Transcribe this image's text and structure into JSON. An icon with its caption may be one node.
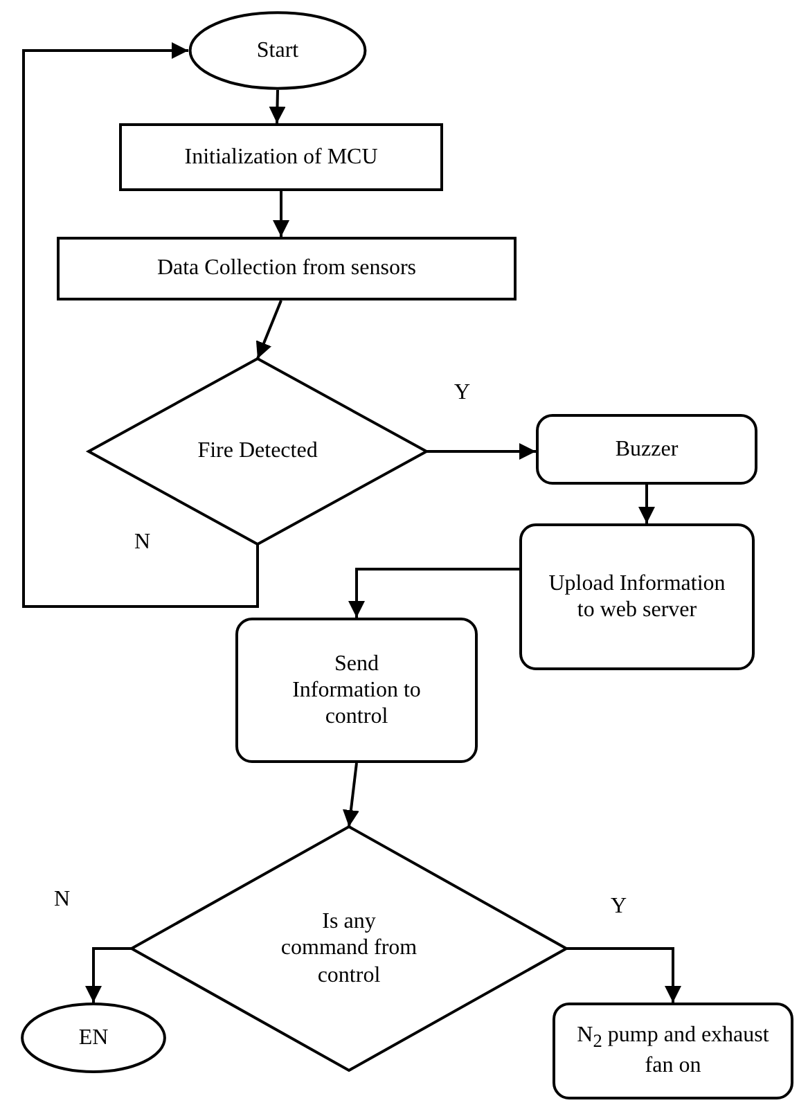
{
  "diagram": {
    "nodes": [
      {
        "text": [
          "Start"
        ]
      },
      {
        "text": [
          "Initialization of MCU"
        ]
      },
      {
        "text": [
          "Data Collection from sensors"
        ]
      },
      {
        "text": [
          "Fire Detected"
        ]
      },
      {
        "text": [
          "Buzzer"
        ]
      },
      {
        "text": [
          "Upload Information to web server"
        ]
      },
      {
        "text": [
          "Send Information to control"
        ]
      },
      {
        "text": [
          "Is any command from control"
        ]
      },
      {
        "text": [
          "EN"
        ]
      },
      {
        "text": [
          "N$_{2}$ pump and exhaust fan on"
        ]
      }
    ],
    "edges": [
      {
        "from": 0,
        "to": 1,
        "arrow": "to"
      },
      {
        "from": 1,
        "to": 2,
        "arrow": "to"
      },
      {
        "from": 2,
        "to": 3,
        "arrow": "to"
      },
      {
        "from": 3,
        "to": 4,
        "arrow": "to",
        "label": "Y"
      },
      {
        "from": 3,
        "to": 0,
        "arrow": "to",
        "label": "N"
      },
      {
        "from": 4,
        "to": 5,
        "arrow": "to"
      },
      {
        "from": 5,
        "to": 6,
        "arrow": "to"
      },
      {
        "from": 6,
        "to": 7,
        "arrow": "to"
      },
      {
        "from": 7,
        "to": 8,
        "arrow": "to",
        "label": "N"
      },
      {
        "from": 7,
        "to": 9,
        "arrow": "to",
        "label": "Y"
      }
    ]
  }
}
